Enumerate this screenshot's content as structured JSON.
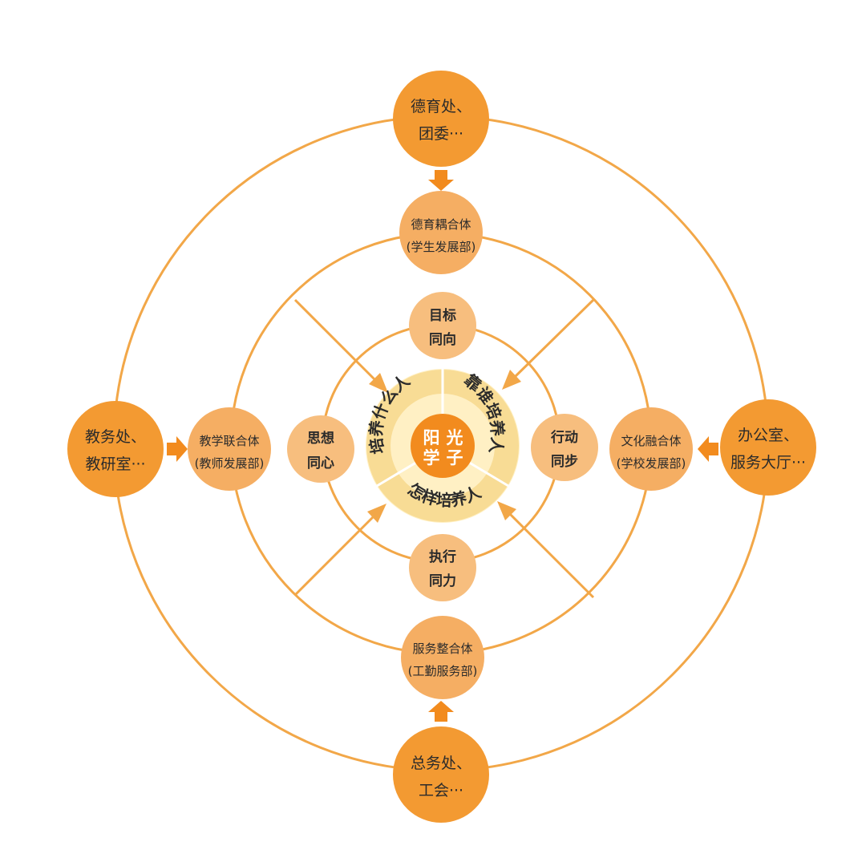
{
  "colors": {
    "ring_stroke": "#F2A748",
    "outer_node": "#F39A32",
    "mid_node": "#F5AE63",
    "inner_node": "#F7BE7E",
    "center_disc": "#FFF0C4",
    "center_ring": "#F8DC95",
    "center_core": "#F28B1E",
    "arrow": "#F28B1E",
    "text_dark": "#2B2B2B",
    "text_light": "#FFFFFF"
  },
  "outer_nodes": {
    "top": {
      "line1": "德育处、",
      "line2": "团委···"
    },
    "left": {
      "line1": "教务处、",
      "line2": "教研室···"
    },
    "right": {
      "line1": "办公室、",
      "line2": "服务大厅···"
    },
    "bottom": {
      "line1": "总务处、",
      "line2": "工会···"
    }
  },
  "middle_nodes": {
    "top": {
      "line1": "德育耦合体",
      "line2": "(学生发展部)"
    },
    "left": {
      "line1": "教学联合体",
      "line2": "(教师发展部)"
    },
    "right": {
      "line1": "文化融合体",
      "line2": "(学校发展部)"
    },
    "bottom": {
      "line1": "服务整合体",
      "line2": "(工勤服务部)"
    }
  },
  "inner_nodes": {
    "top": {
      "line1": "目标",
      "line2": "同向"
    },
    "left": {
      "line1": "思想",
      "line2": "同心"
    },
    "right": {
      "line1": "行动",
      "line2": "同步"
    },
    "bottom": {
      "line1": "执行",
      "line2": "同力"
    }
  },
  "center": {
    "core_chars": [
      "阳",
      "光",
      "学",
      "子"
    ],
    "arc_left": "培养什么人",
    "arc_right": "靠谁培养人",
    "arc_bottom": "怎样培养人"
  }
}
